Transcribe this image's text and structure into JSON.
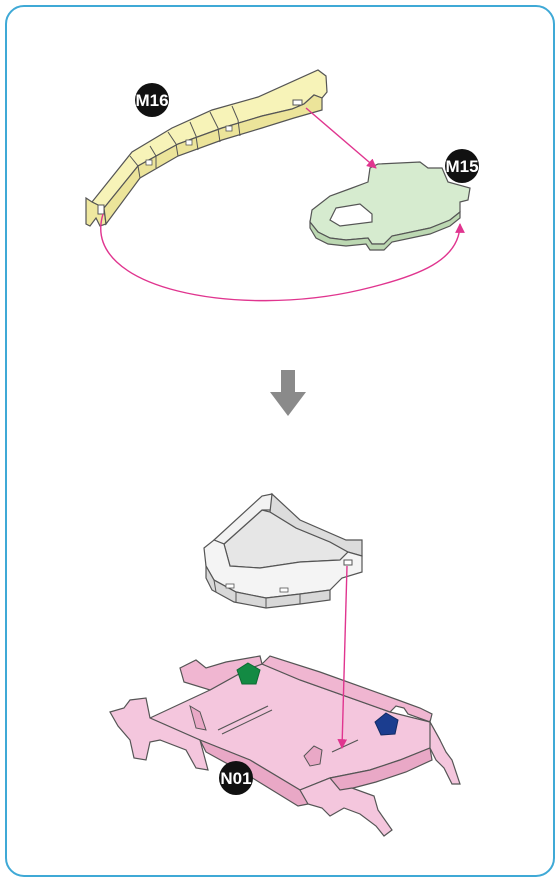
{
  "parts": {
    "m16": {
      "label": "M16",
      "color": "#f7f3b8"
    },
    "m15": {
      "label": "M15",
      "color": "#d6ebcf"
    },
    "n01": {
      "label": "N01",
      "color": "#f4c6dd"
    }
  },
  "colors": {
    "frame_border": "#3fa9d6",
    "guide_line": "#e0358f",
    "step_arrow": "#8a8a8a",
    "tray": "#eeeeee",
    "marker_green": "#138a43",
    "marker_blue": "#1b3d8f",
    "badge_fill": "#111111",
    "badge_text": "#ffffff"
  },
  "icons": {
    "step_arrow": "down-arrow-icon",
    "marker_green": "green-pentagon-marker",
    "marker_blue": "blue-pentagon-marker"
  }
}
